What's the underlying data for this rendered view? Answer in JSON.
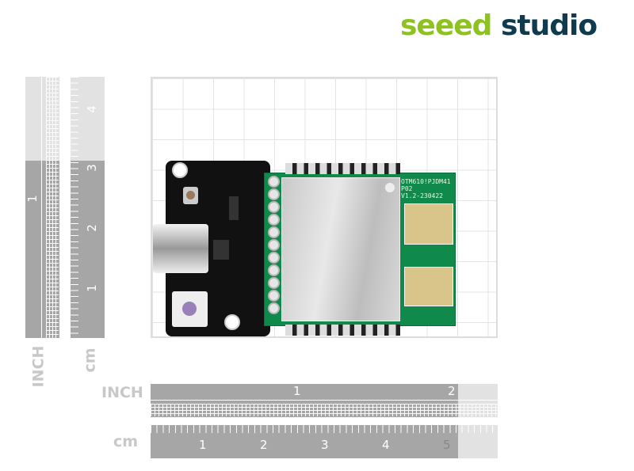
{
  "logo": {
    "part1": "seeed",
    "part2": " studio"
  },
  "rulers": {
    "left_inch": {
      "label": "INCH",
      "ticks": [
        "1"
      ]
    },
    "left_cm": {
      "label": "cm",
      "ticks": [
        "1",
        "2",
        "3",
        "4"
      ]
    },
    "bottom_inch": {
      "label": "INCH",
      "ticks": [
        "1",
        "2"
      ]
    },
    "bottom_cm": {
      "label": "cm",
      "ticks": [
        "1",
        "2",
        "3",
        "4",
        "5"
      ]
    }
  },
  "board": {
    "silk_lines": [
      "OTM610!PJDM41",
      "P02",
      "V1.2-230422"
    ]
  }
}
